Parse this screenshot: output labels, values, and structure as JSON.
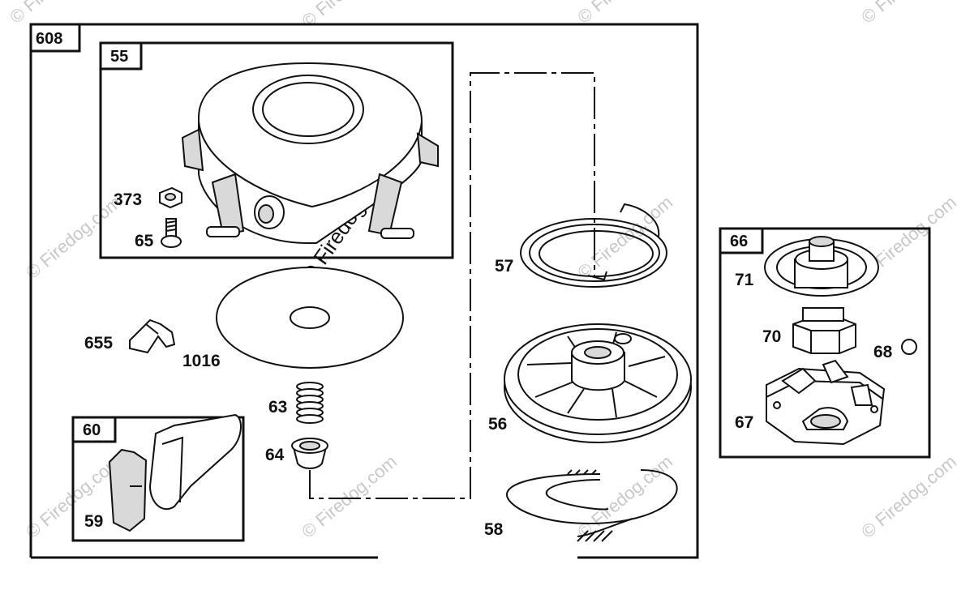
{
  "diagram": {
    "callouts": {
      "box608": "608",
      "box55": "55",
      "box60": "60",
      "box66": "66",
      "p373": "373",
      "p65": "65",
      "p655": "655",
      "p1016": "1016",
      "p63": "63",
      "p64": "64",
      "p59": "59",
      "p57": "57",
      "p56": "56",
      "p58": "58",
      "p71": "71",
      "p70": "70",
      "p68": "68",
      "p67": "67"
    },
    "watermarks": {
      "text": "© Firedog.com",
      "short": "Firedog.com"
    }
  }
}
